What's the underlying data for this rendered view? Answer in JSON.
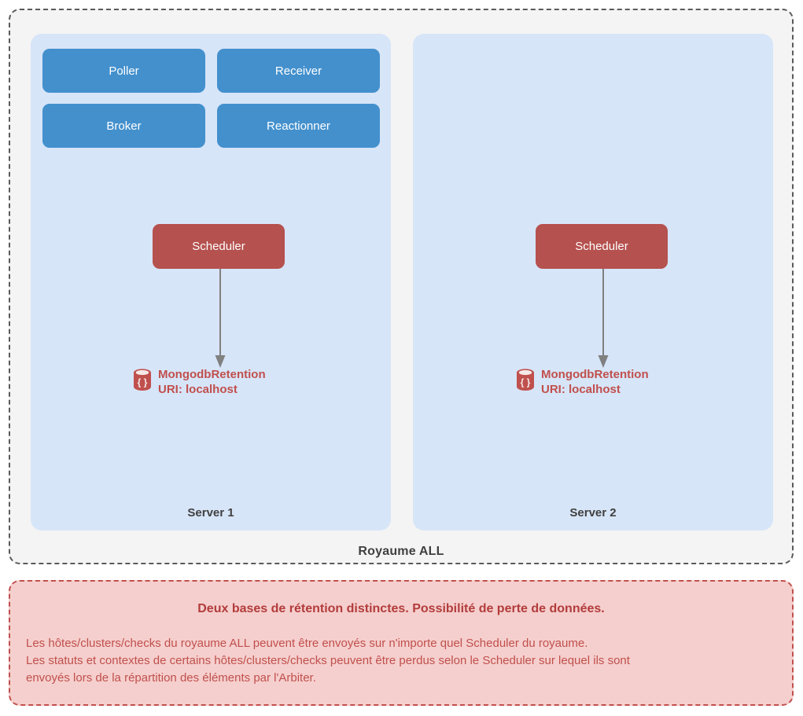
{
  "realm": {
    "label": "Royaume ALL",
    "servers": [
      {
        "name": "Server 1",
        "daemons": [
          "Poller",
          "Receiver",
          "Broker",
          "Reactionner"
        ],
        "scheduler": "Scheduler",
        "retention": {
          "name": "MongodbRetention",
          "uri": "URI: localhost",
          "icon": "database-icon"
        }
      },
      {
        "name": "Server 2",
        "daemons": [],
        "scheduler": "Scheduler",
        "retention": {
          "name": "MongodbRetention",
          "uri": "URI: localhost",
          "icon": "database-icon"
        }
      }
    ]
  },
  "warning": {
    "title": "Deux bases de rétention distinctes. Possibilité de perte de données.",
    "line1": "Les hôtes/clusters/checks du royaume ALL peuvent être envoyés sur n'importe quel Scheduler du royaume.",
    "line2": "Les statuts et contextes de certains hôtes/clusters/checks peuvent être perdus selon le Scheduler sur lequel ils sont",
    "line3": "envoyés lors de la répartition des éléments par l'Arbiter."
  },
  "colors": {
    "daemon_blue": "#4390cd",
    "scheduler_red": "#b5514e",
    "panel_blue": "#d7e5f8",
    "container_gray": "#f4f4f4",
    "warning_pink": "#f5cfcd",
    "warning_red": "#c0504d",
    "arrow_gray": "#808080"
  }
}
